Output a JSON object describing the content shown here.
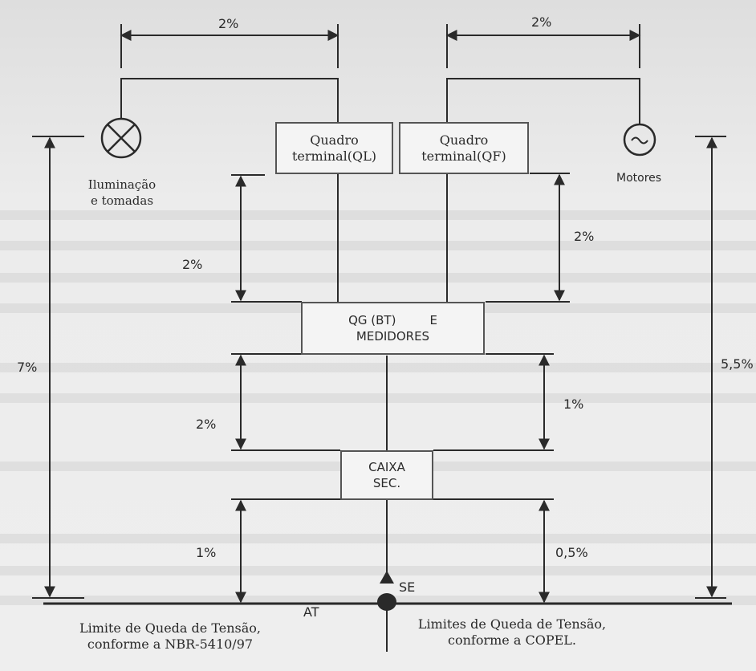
{
  "diagram": {
    "top_left_pct": "2%",
    "top_right_pct": "2%",
    "left_load": {
      "line1": "Iluminação",
      "line2": "e tomadas"
    },
    "right_load": {
      "label": "Motores",
      "symbol": "~"
    },
    "qd_l": {
      "line1": "Quadro",
      "line2": "terminal(QL)"
    },
    "qd_f": {
      "line1": "Quadro",
      "line2": "terminal(QF)"
    },
    "qg": {
      "line1": "QG (BT)",
      "line1b": "E",
      "line2": "MEDIDORES"
    },
    "caixa": {
      "line1": "CAIXA",
      "line2": "SEC."
    },
    "left_total_pct": "7%",
    "right_total_pct": "5,5%",
    "ql_qg_pct": "2%",
    "qf_qg_pct": "2%",
    "qg_caixa_left_pct": "2%",
    "qg_caixa_right_pct": "1%",
    "caixa_at_left_pct": "1%",
    "caixa_at_right_pct": "0,5%",
    "se_label": "SE",
    "at_label": "AT",
    "bottom_left": {
      "line1": "Limite de Queda de Tensão,",
      "line2": "conforme a NBR-5410/97"
    },
    "bottom_right": {
      "line1": "Limites de Queda de Tensão,",
      "line2": "conforme a COPEL."
    }
  }
}
